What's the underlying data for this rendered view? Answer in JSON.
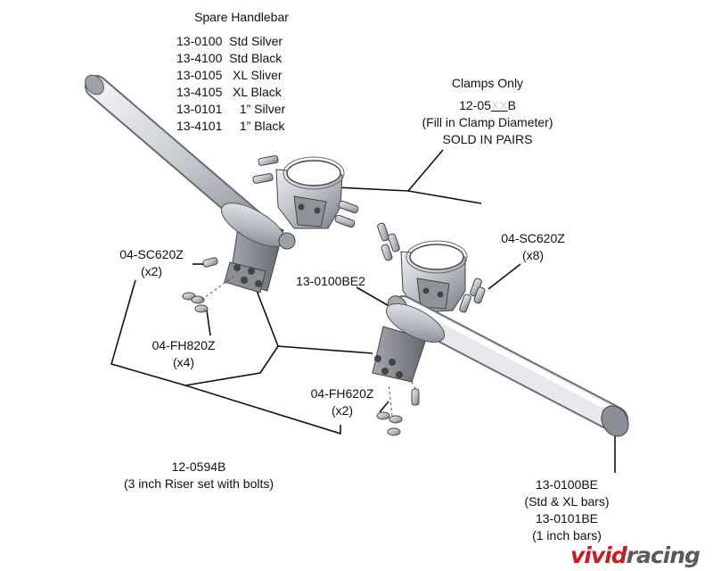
{
  "spare_handlebar": {
    "title": "Spare Handlebar",
    "rows": [
      "13-0100  Std Silver",
      "13-4100  Std Black",
      "13-0105   XL Sliver",
      "13-4105   XL Black",
      "13-0101     1” Silver",
      "13-4101     1” Black"
    ]
  },
  "clamps": {
    "title": "Clamps Only",
    "part_prefix": "12-05",
    "part_placeholder": "XX",
    "part_suffix": "B",
    "line2": "(Fill in Clamp Diameter)",
    "line3": "SOLD IN PAIRS"
  },
  "parts": {
    "sc620_left": {
      "code": "04-SC620Z",
      "qty": "(x2)"
    },
    "sc620_right": {
      "code": "04-SC620Z",
      "qty": "(x8)"
    },
    "be2": {
      "code": "13-0100BE2"
    },
    "fh820": {
      "code": "04-FH820Z",
      "qty": "(x4)"
    },
    "fh620": {
      "code": "04-FH620Z",
      "qty": "(x2)"
    },
    "riser": {
      "code": "12-0594B",
      "desc": "(3 inch Riser set with bolts)"
    },
    "bar_end": {
      "code1": "13-0100BE",
      "desc1": "(Std & XL bars)",
      "code2": "13-0101BE",
      "desc2": "(1 inch bars)"
    }
  },
  "logo": {
    "part1": "vivid",
    "part2": "racing"
  },
  "colors": {
    "metal_light": "#e4e6ea",
    "metal_mid": "#b9bdc4",
    "metal_dark": "#7c8088",
    "line": "#111111",
    "logo_red": "#cc1d1d",
    "logo_grey": "#5a5a5a"
  }
}
